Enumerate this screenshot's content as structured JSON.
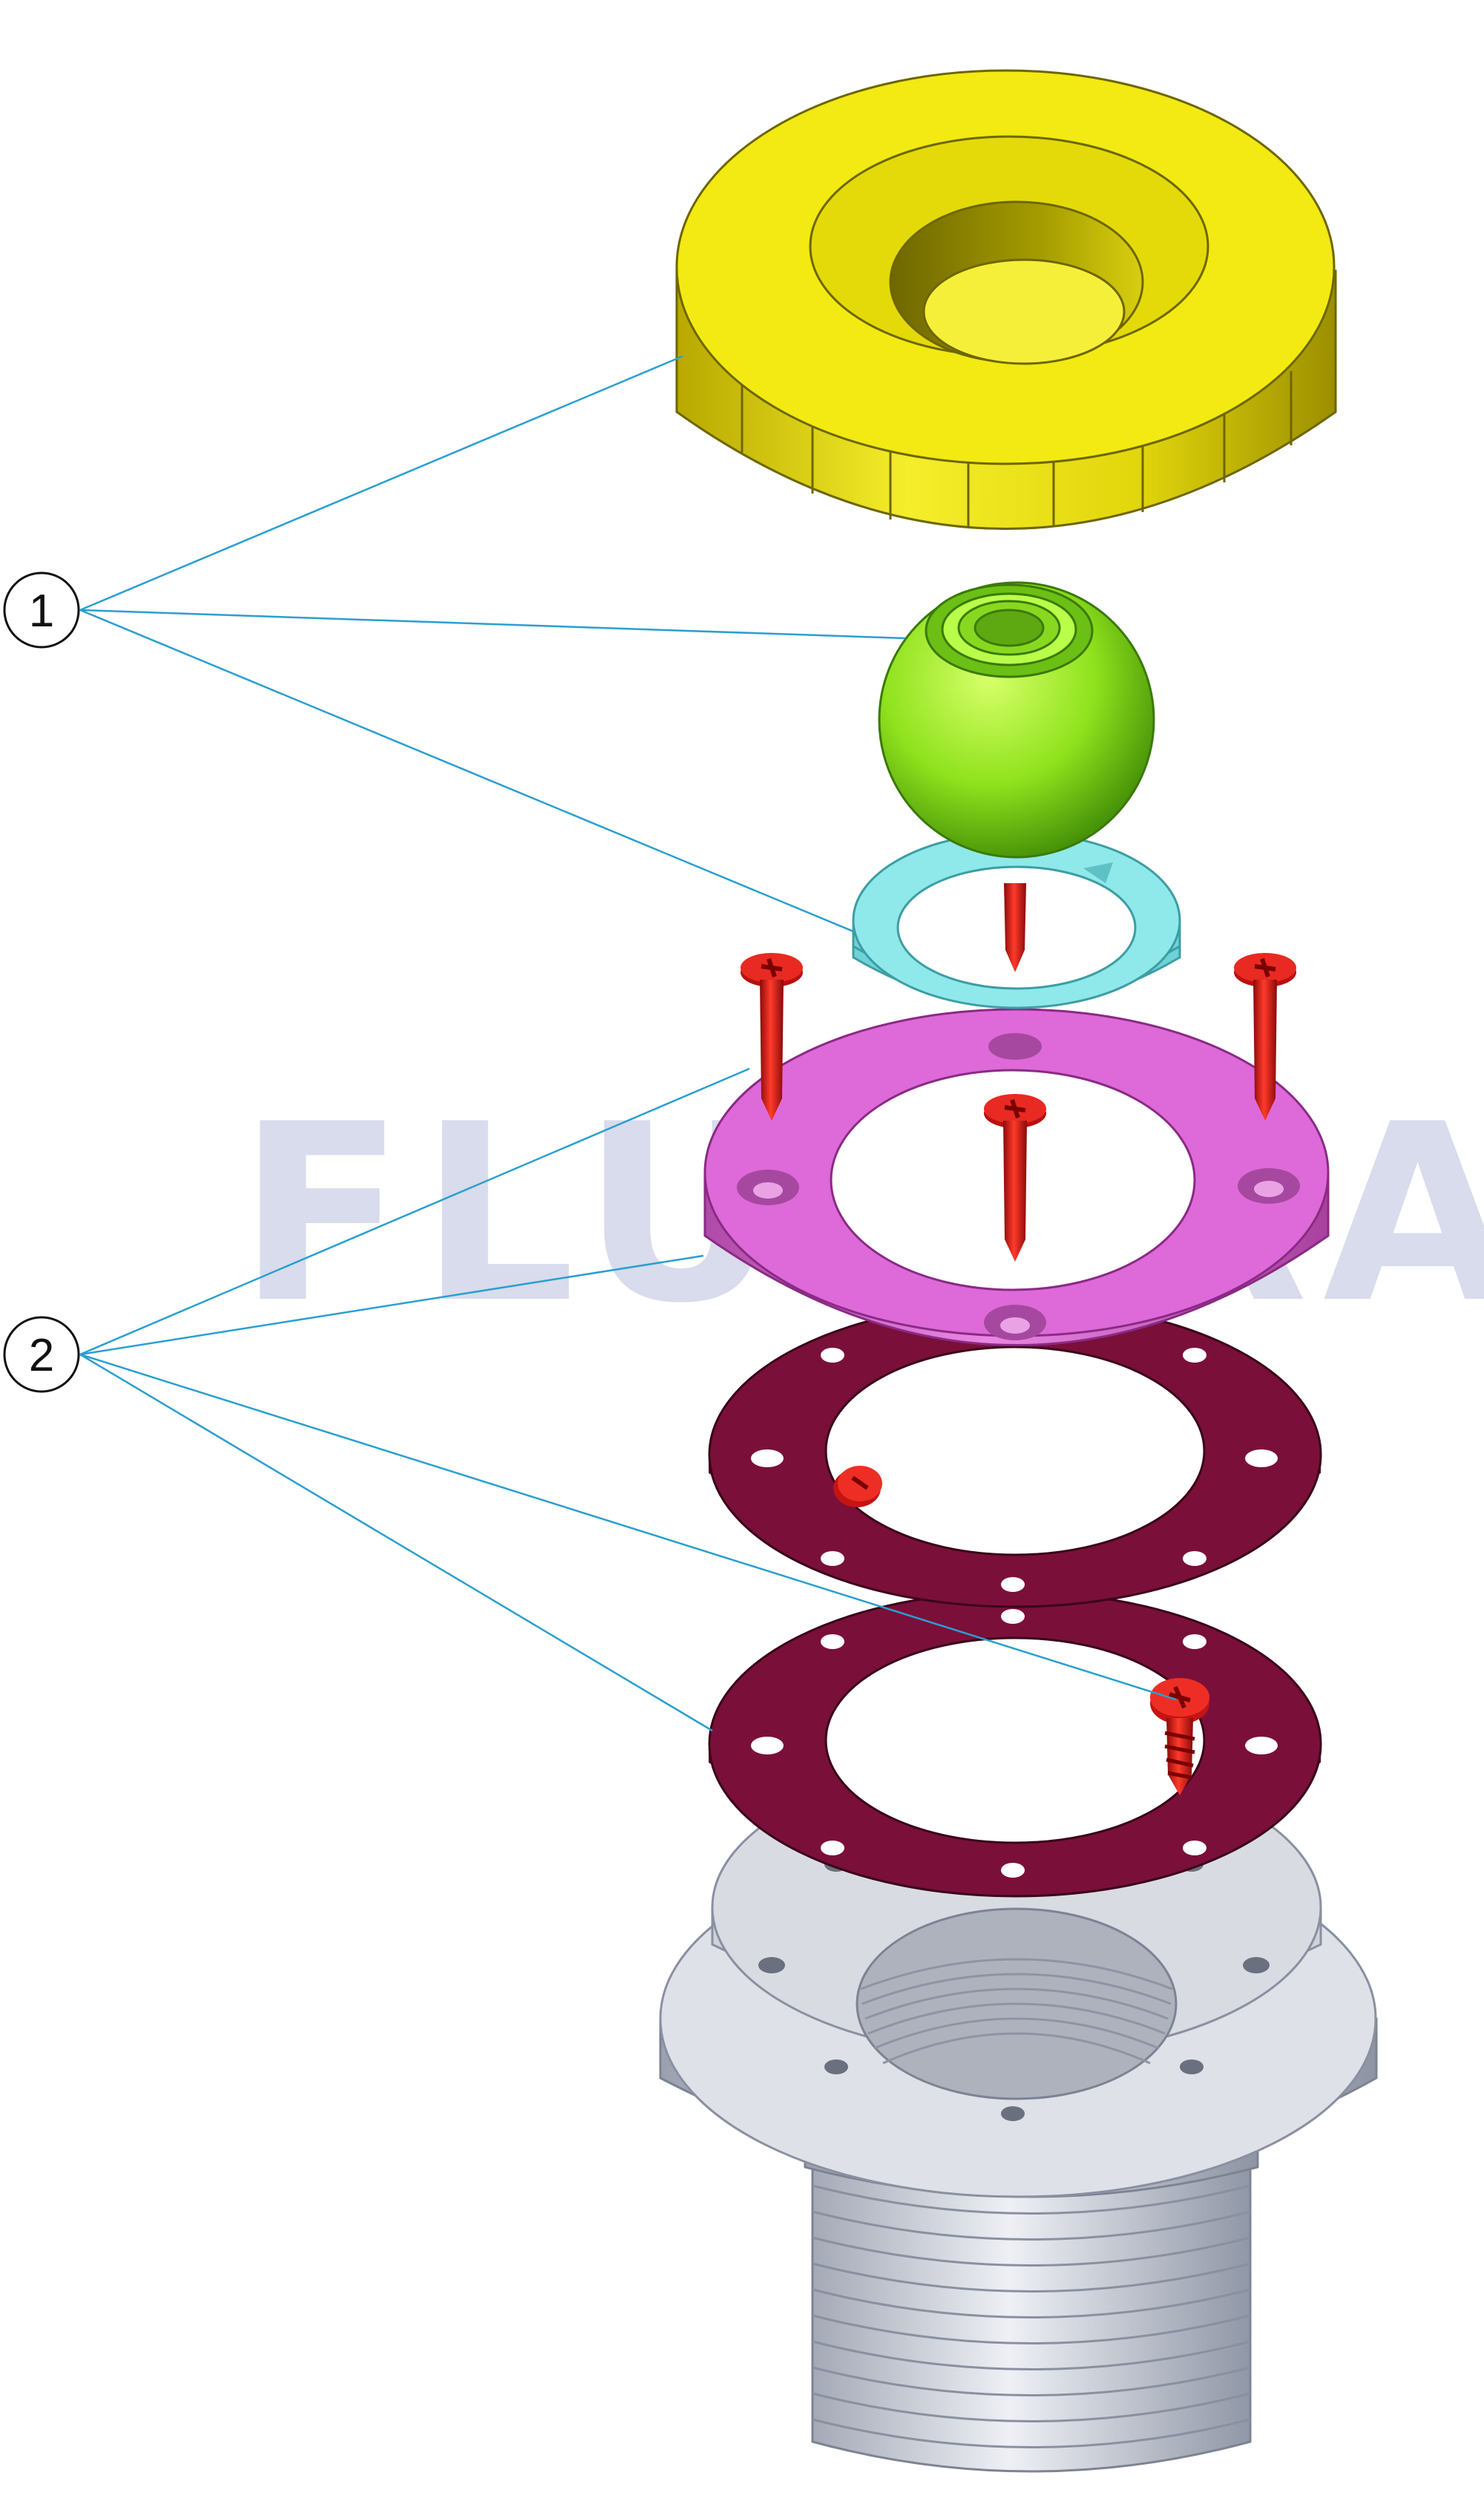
{
  "watermark": {
    "text": "FLUIDRA"
  },
  "callouts": [
    {
      "label": "1"
    },
    {
      "label": "2"
    }
  ],
  "colors": {
    "leader": "#2a9fd0",
    "yellow_cover": "#f2ea12",
    "green_ball": "#8fe21d",
    "cyan_ring": "#8fe8ea",
    "pink_flange": "#dd6ad8",
    "gasket": "#7a0f3a",
    "screw": "#d01818",
    "body": "#c9ccd6",
    "watermark": "#b8bfdc"
  }
}
